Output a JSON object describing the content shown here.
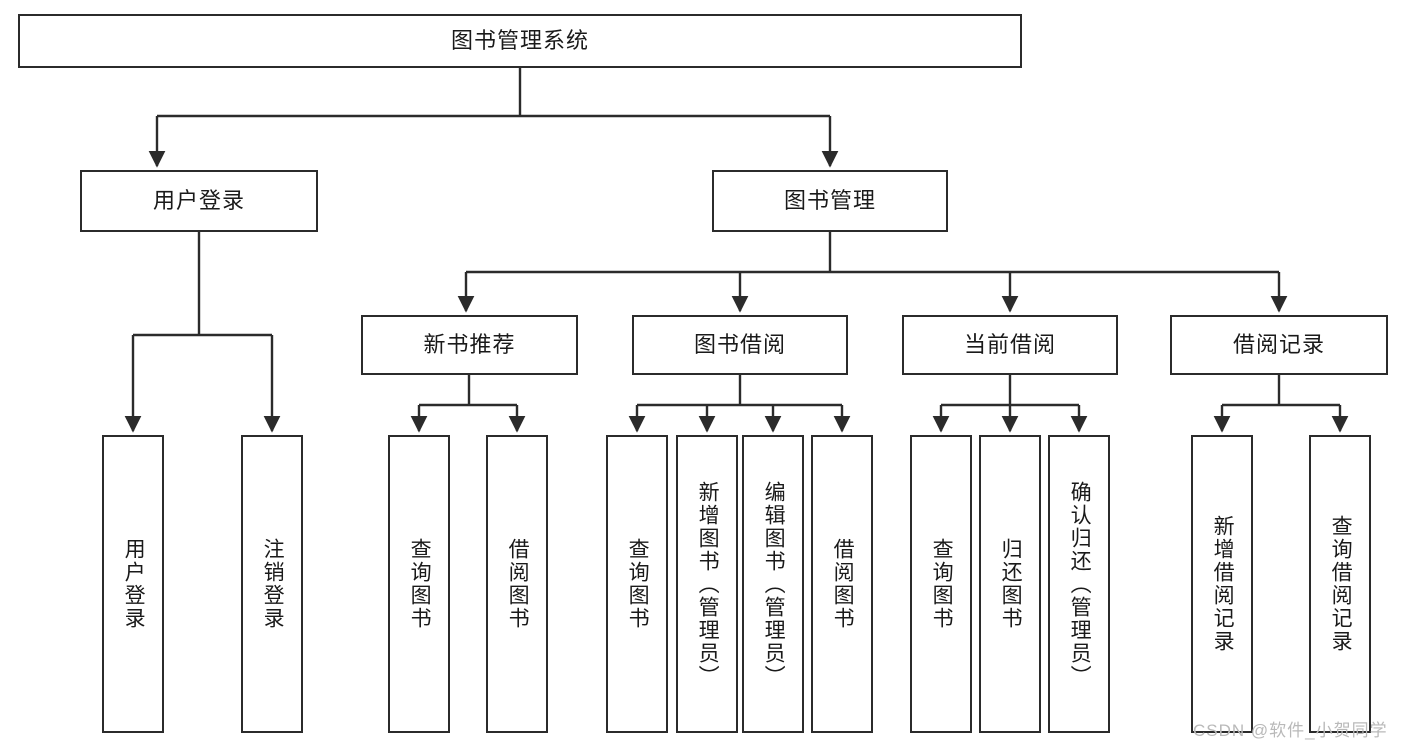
{
  "diagram": {
    "title": "图书管理系统",
    "type": "tree-hierarchy",
    "root": {
      "label": "图书管理系统"
    },
    "level1": [
      {
        "label": "用户登录"
      },
      {
        "label": "图书管理"
      }
    ],
    "level2": [
      {
        "label": "新书推荐",
        "parent": "图书管理"
      },
      {
        "label": "图书借阅",
        "parent": "图书管理"
      },
      {
        "label": "当前借阅",
        "parent": "图书管理"
      },
      {
        "label": "借阅记录",
        "parent": "图书管理"
      }
    ],
    "leaves": [
      {
        "label": "用户登录",
        "parent": "用户登录"
      },
      {
        "label": "注销登录",
        "parent": "用户登录"
      },
      {
        "label": "查询图书",
        "parent": "新书推荐"
      },
      {
        "label": "借阅图书",
        "parent": "新书推荐"
      },
      {
        "label": "查询图书",
        "parent": "图书借阅"
      },
      {
        "label": "新增图书（管理员）",
        "parent": "图书借阅"
      },
      {
        "label": "编辑图书（管理员）",
        "parent": "图书借阅"
      },
      {
        "label": "借阅图书",
        "parent": "图书借阅"
      },
      {
        "label": "查询图书",
        "parent": "当前借阅"
      },
      {
        "label": "归还图书",
        "parent": "当前借阅"
      },
      {
        "label": "确认归还（管理员）",
        "parent": "当前借阅"
      },
      {
        "label": "新增借阅记录",
        "parent": "借阅记录"
      },
      {
        "label": "查询借阅记录",
        "parent": "借阅记录"
      }
    ],
    "watermark": "CSDN @软件_小贺同学",
    "colors": {
      "stroke": "#2b2b2b",
      "fill": "#ffffff",
      "text": "#1a1a1a",
      "watermark": "#b9b9b9"
    }
  }
}
